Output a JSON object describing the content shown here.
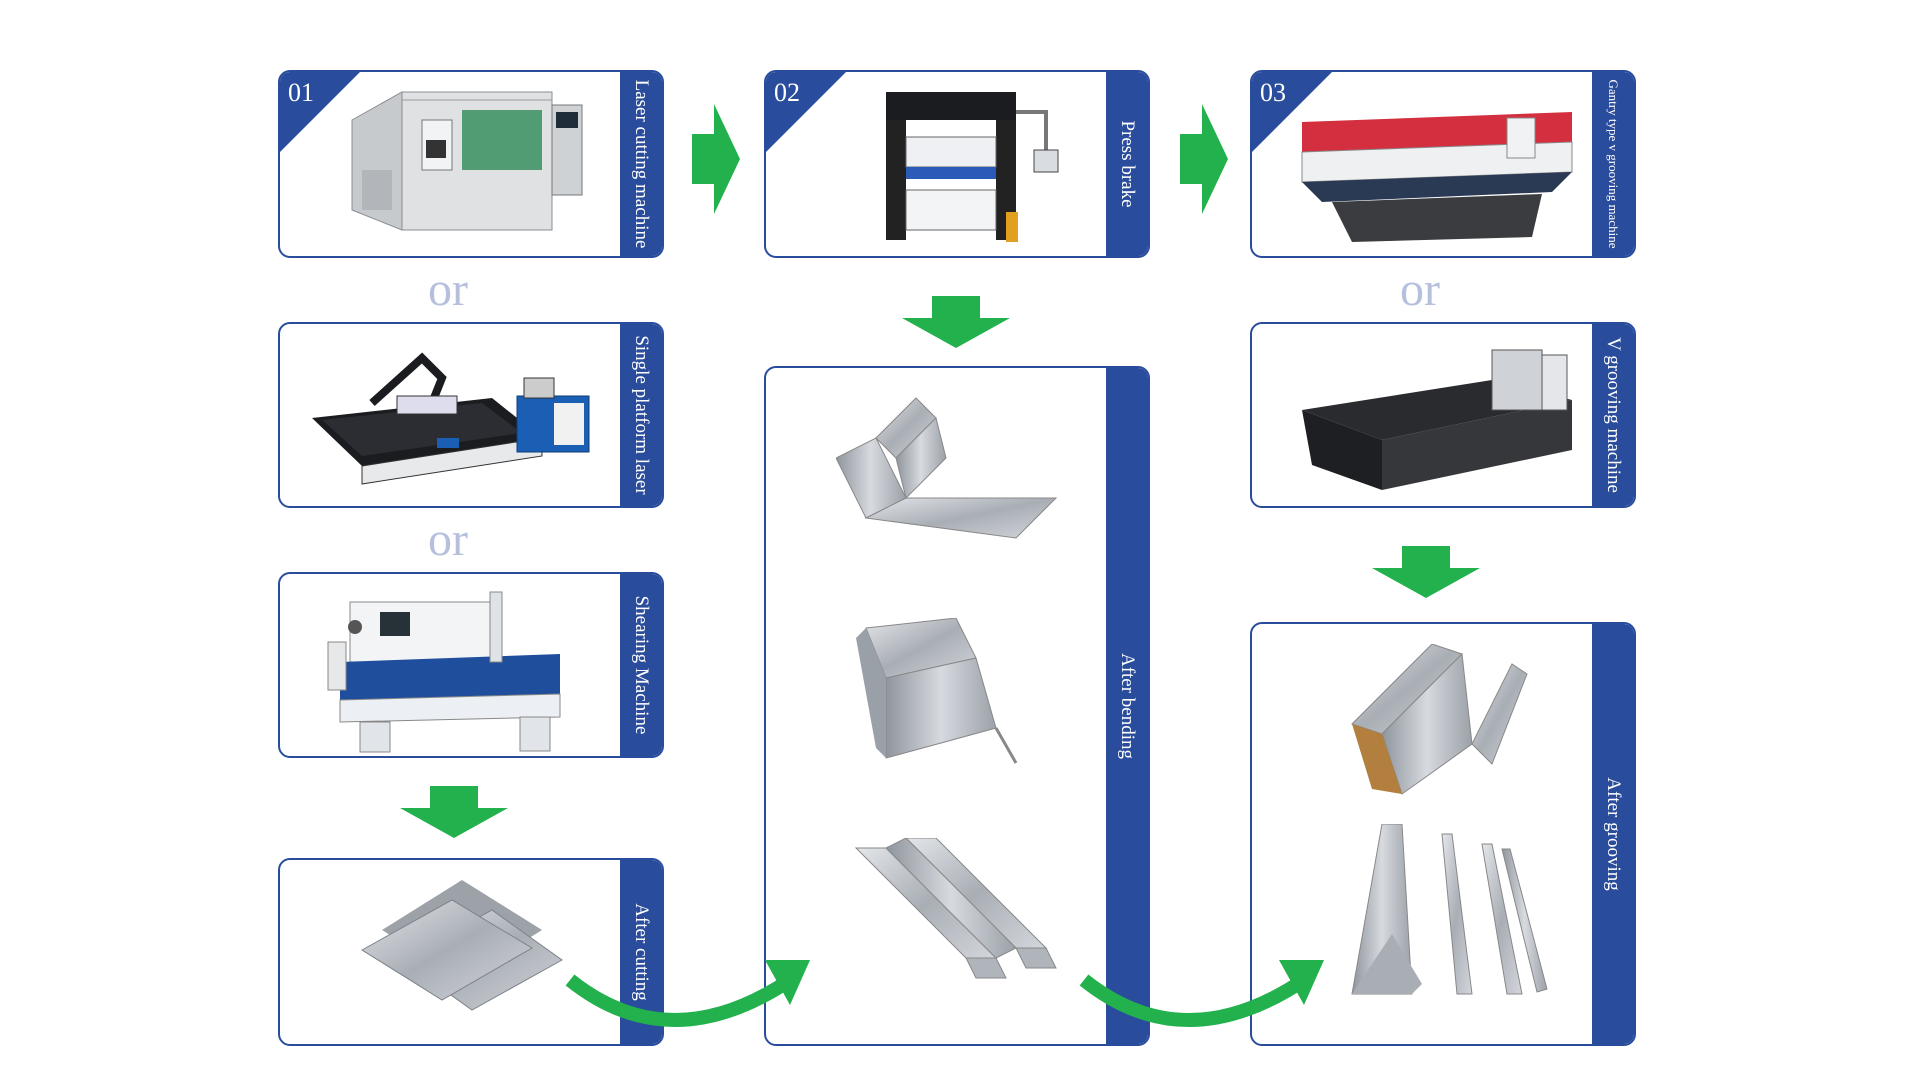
{
  "colors": {
    "blue": "#2a4c9c",
    "green": "#22b14c",
    "or_text": "#b6c0dc"
  },
  "steps": [
    {
      "number": "01",
      "label": "Laser cutting machine"
    },
    {
      "number": "02",
      "label": "Press brake"
    },
    {
      "number": "03",
      "label": "Gantry type v grooving machine"
    }
  ],
  "alternatives": {
    "single_platform_laser": "Single platform laser",
    "shearing_machine": "Shearing Machine",
    "v_grooving_machine": "V grooving machine"
  },
  "results": {
    "after_cutting": "After cutting",
    "after_bending": "After bending",
    "after_grooving": "After grooving"
  },
  "or_text": "or"
}
